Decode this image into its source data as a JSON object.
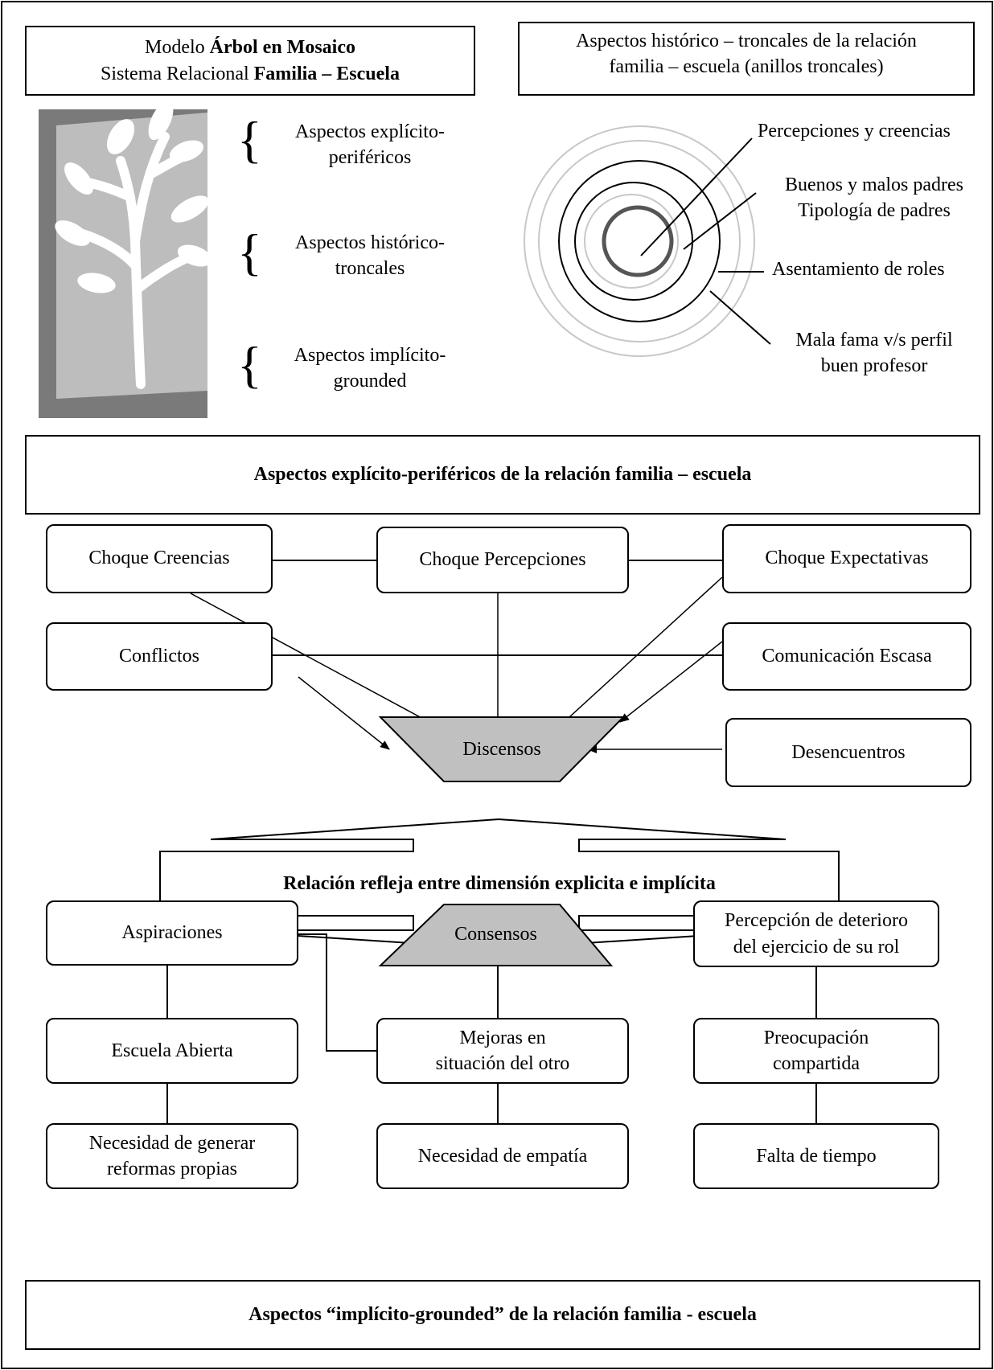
{
  "header": {
    "model_line1_prefix": "Modelo ",
    "model_line1_bold": "Árbol en Mosaico",
    "model_line2_prefix": "Sistema Relacional ",
    "model_line2_bold": "Familia – Escuela",
    "rings_title_line1": "Aspectos histórico – troncales de la relación",
    "rings_title_line2": "familia – escuela (anillos troncales)"
  },
  "tree_legend": {
    "item1_line1": "Aspectos explícito-",
    "item1_line2": "periféricos",
    "item2_line1": "Aspectos histórico-",
    "item2_line2": "troncales",
    "item3_line1": "Aspectos implícito-",
    "item3_line2": "grounded",
    "brace_glyph": "{"
  },
  "rings": {
    "label1": "Percepciones y creencias",
    "label2_line1": "Buenos y  malos padres",
    "label2_line2": "Tipología de  padres",
    "label3": "Asentamiento de roles",
    "label4_line1": "Mala fama  v/s  perfil",
    "label4_line2": "buen  profesor"
  },
  "explicit_section": {
    "title": "Aspectos explícito-periféricos de la relación familia – escuela",
    "choque_creencias": "Choque Creencias",
    "choque_percepciones": "Choque  Percepciones",
    "choque_expectativas": "Choque Expectativas",
    "conflictos": "Conflictos",
    "comunicacion_escasa": "Comunicación Escasa",
    "discensos": "Discensos",
    "desencuentros": "Desencuentros"
  },
  "reflex": {
    "title": "Relación refleja entre dimensión explicita e implícita"
  },
  "implicit_section": {
    "aspiraciones": "Aspiraciones",
    "escuela_abierta": "Escuela Abierta",
    "necesidad_reformas_line1": "Necesidad de generar",
    "necesidad_reformas_line2": "reformas propias",
    "consensos": "Consensos",
    "mejoras_line1": "Mejoras en",
    "mejoras_line2": "situación del otro",
    "necesidad_empatia": "Necesidad de empatía",
    "percepcion_line1": "Percepción de deterioro",
    "percepcion_line2": "del ejercicio de su rol",
    "preocupacion_line1": "Preocupación",
    "preocupacion_line2": "compartida",
    "falta_tiempo": "Falta de tiempo",
    "title_prefix": "Aspectos ",
    "title_quoted": "“implícito-grounded”",
    "title_suffix": " de la relación familia - escuela"
  }
}
